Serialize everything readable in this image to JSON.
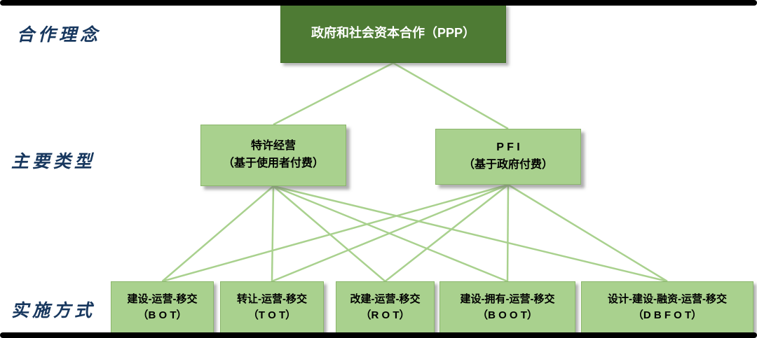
{
  "colors": {
    "root_box_bg": "#4e7b34",
    "child_box_bg": "#a9d18e",
    "line": "#a9d18e",
    "row_label_text": "#17375e"
  },
  "row_labels": [
    {
      "label": "合作理念"
    },
    {
      "label": "主要类型"
    },
    {
      "label": "实施方式"
    }
  ],
  "diagram": {
    "root": {
      "title": "政府和社会资本合作（PPP）"
    },
    "types": [
      {
        "line1": "特许经营",
        "line2": "（基于使用者付费）"
      },
      {
        "line1": "P F I",
        "line2": "（基于政府付费）"
      }
    ],
    "methods": [
      {
        "line1": "建设-运营-移交",
        "line2": "（B O T）"
      },
      {
        "line1": "转让-运营-移交",
        "line2": "（T O T）"
      },
      {
        "line1": "改建-运营-移交",
        "line2": "（R O T）"
      },
      {
        "line1": "建设-拥有-运营-移交",
        "line2": "（B O O T）"
      },
      {
        "line1": "设计-建设-融资-运营-移交",
        "line2": "（D B F O T）"
      }
    ]
  }
}
